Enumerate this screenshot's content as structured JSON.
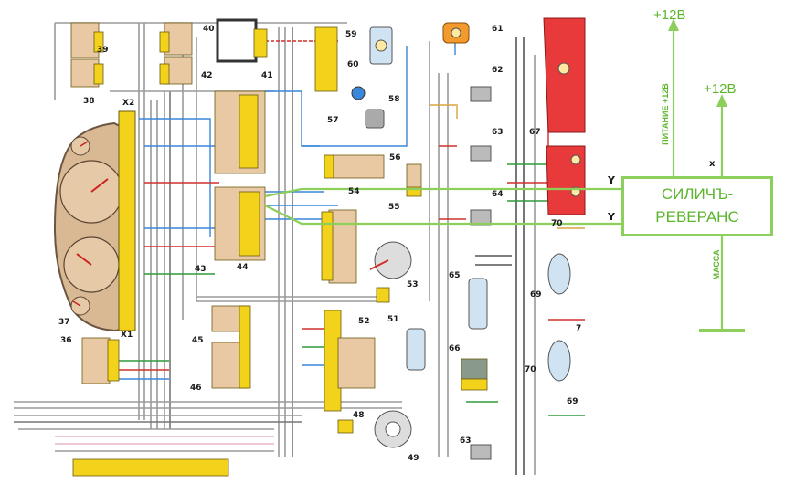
{
  "module": {
    "line1": "СИЛИЧЪ-",
    "line2": "РЕВЕРАНС",
    "pin_y_top": "Y",
    "pin_y_bottom": "Y",
    "pin_x": "x",
    "label_power": "ПИТАНИЕ +12В",
    "label_ground": "МАССА"
  },
  "supply": {
    "left": "+12В",
    "right": "+12В"
  },
  "component_numbers": {
    "c36": "36",
    "c37": "37",
    "c38": "38",
    "c39": "39",
    "c40": "40",
    "c41": "41",
    "c42": "42",
    "c43": "43",
    "c44": "44",
    "c45": "45",
    "c46": "46",
    "c48": "48",
    "c49": "49",
    "c51": "51",
    "c52": "52",
    "c53": "53",
    "c54": "54",
    "c55": "55",
    "c56": "56",
    "c57": "57",
    "c58": "58",
    "c59": "59",
    "c60": "60",
    "c61": "61",
    "c62": "62",
    "c63a": "63",
    "c63b": "63",
    "c64": "64",
    "c65": "65",
    "c66": "66",
    "c67": "67",
    "c69a": "69",
    "c69b": "69",
    "c70a": "70",
    "c70b": "70",
    "c71": "7"
  },
  "connector_labels": {
    "x1": "X1",
    "x2": "X2"
  },
  "colors": {
    "accent_green": "#5bb62c",
    "connector_yellow": "#f2d21b",
    "relay_tan": "#e9c9a3",
    "cluster_tan": "#d9b894",
    "wire_gray": "#9a9a9a",
    "wire_blue": "#3a86d9",
    "wire_red": "#d0302b",
    "wire_green": "#2f9b3c",
    "lamp_red": "#e83a3a"
  }
}
